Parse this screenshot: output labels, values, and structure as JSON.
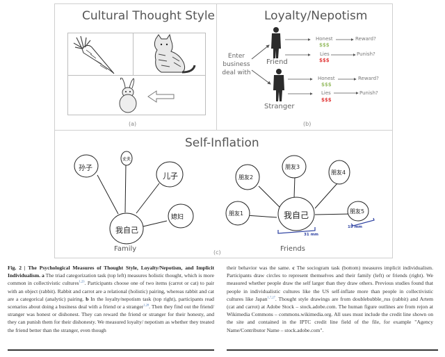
{
  "panels": {
    "a": {
      "title": "Cultural Thought Style",
      "label": "(a)",
      "items": [
        "carrot",
        "cat",
        "rabbit"
      ],
      "arrow": "left-arrow"
    },
    "b": {
      "title": "Loyalty/Nepotism",
      "label": "(b)",
      "enter_lines": [
        "Enter",
        "business",
        "deal with"
      ],
      "friend_label": "Friend",
      "stranger_label": "Stranger",
      "rows": [
        {
          "outcome": "Honest",
          "money": "$$$",
          "money_color": "#9bbf6a",
          "response": "Reward?"
        },
        {
          "outcome": "Lies",
          "money": "$$$",
          "money_color": "#e23b3b",
          "response": "Punish?"
        },
        {
          "outcome": "Honest",
          "money": "$$$",
          "money_color": "#9bbf6a",
          "response": "Reward?"
        },
        {
          "outcome": "Lies",
          "money": "$$$",
          "money_color": "#e23b3b",
          "response": "Punish?"
        }
      ]
    },
    "c": {
      "title": "Self-Inflation",
      "label": "(c)",
      "family": {
        "label": "Family",
        "self": "我自己",
        "others": [
          "孙子",
          "丈夫",
          "儿子",
          "媳妇"
        ]
      },
      "friends": {
        "label": "Friends",
        "self": "我自己",
        "others": [
          "朋友1",
          "朋友2",
          "朋友3",
          "朋友4",
          "朋友5"
        ],
        "measure_self": "31 mm",
        "measure_other": "19 mm",
        "measure_color": "#2b3fa0"
      }
    }
  },
  "caption": {
    "fig_label": "Fig. 2 | The Psychological Measures of Thought Style, Loyalty/Nepotism, and Implicit Individualism.",
    "a_label": "a",
    "a_text_1": "The triad categorization task (top left) measures holistic thought, which is more common in collectivistic cultures",
    "a_ref": "1,23",
    "a_text_2": ". Participants choose one of two items (carrot or cat) to pair with an object (rabbit). Rabbit and carrot are a relational (holistic) pairing, whereas rabbit and cat are a categorical (analytic) pairing.",
    "b_label": "b",
    "b_text_1": "In the loyalty/nepotism task (top right), participants read scenarios about doing a business deal with a friend or a stranger",
    "b_ref": "1,28",
    "b_text_2": ". Then they find out the friend/ stranger was honest or dishonest. They can reward the friend or stranger for their honesty, and they can punish them for their dishonesty. We measured loyalty/ nepotism as whether they treated the friend better than the stranger, even though their behavior was the same.",
    "c_label": "c",
    "c_text_1": "The sociogram task (bottom) measures implicit individualism. Participants draw circles to represent themselves and their family (left) or friends (right). We measured whether people draw the self larger than they draw others. Previous studies found that people in individualistic cultures like the US self-inflate more than people in collectivistic cultures like Japan",
    "c_ref": "1,7,27",
    "c_text_2": ". Thought style drawings are from doublebubble_rus (rabbit) and Artem (cat and carrot) at Adobe Stock – stock.adobe.com. The human figure outlines are from rejon at Wikimedia Commons – commons.wikimedia.org. All uses must include the credit line shown on the site and contained in the IPTC credit line field of the file, for example \"Agency Name/Contributor Name – stock.adobe.com\"."
  }
}
